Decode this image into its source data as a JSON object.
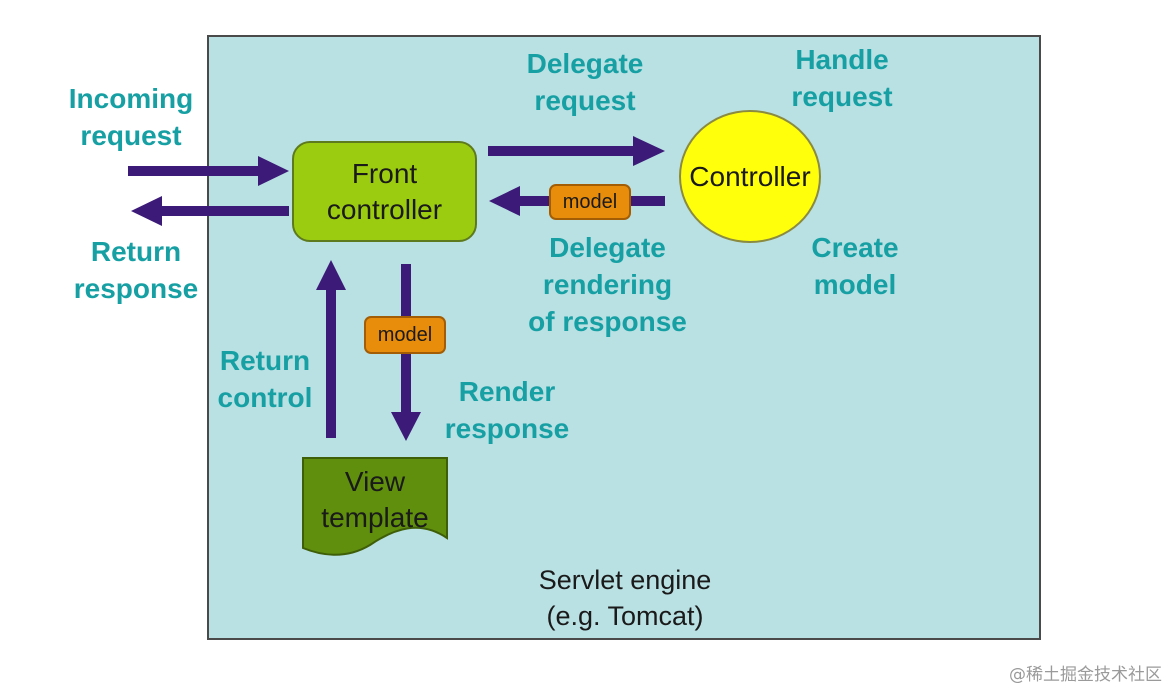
{
  "diagram": {
    "nodes": {
      "front_controller": {
        "line1": "Front",
        "line2": "controller"
      },
      "controller": {
        "label": "Controller"
      },
      "view_template": {
        "line1": "View",
        "line2": "template"
      },
      "servlet_engine": {
        "line1": "Servlet engine",
        "line2": "(e.g. Tomcat)"
      }
    },
    "badges": {
      "model_horizontal": "model",
      "model_vertical": "model"
    },
    "labels": {
      "incoming_request": {
        "line1": "Incoming",
        "line2": "request"
      },
      "return_response": {
        "line1": "Return",
        "line2": "response"
      },
      "delegate_request": {
        "line1": "Delegate",
        "line2": "request"
      },
      "handle_request": {
        "line1": "Handle",
        "line2": "request"
      },
      "delegate_rendering": {
        "line1": "Delegate",
        "line2": "rendering",
        "line3": "of response"
      },
      "create_model": {
        "line1": "Create",
        "line2": "model"
      },
      "return_control": {
        "line1": "Return",
        "line2": "control"
      },
      "render_response": {
        "line1": "Render",
        "line2": "response"
      }
    },
    "colors": {
      "engine_bg": "#b9e0e3",
      "front_controller": "#9ccc10",
      "controller": "#ffff0b",
      "view_template": "#5f8f0c",
      "model_badge": "#e88c0c",
      "arrow": "#3b1a78",
      "label_text": "#17a0a4"
    }
  },
  "watermark": "@稀土掘金技术社区"
}
